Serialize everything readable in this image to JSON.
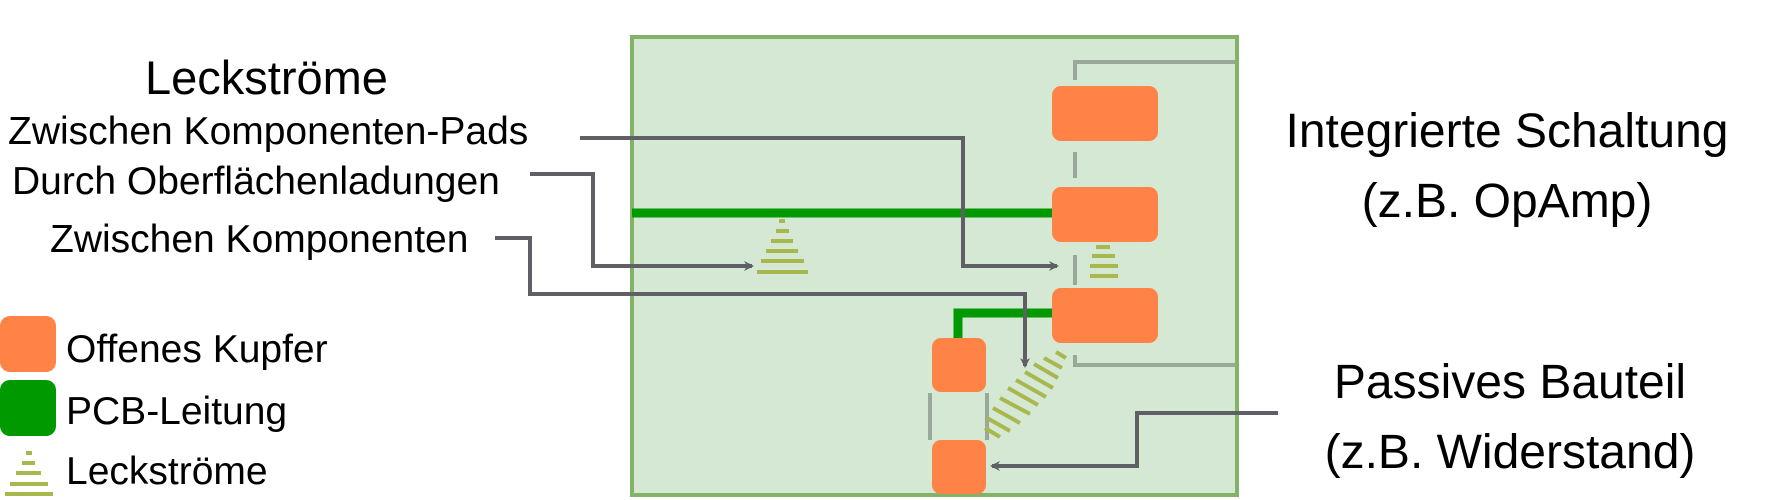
{
  "left_labels": {
    "title": "Leckströme",
    "items": [
      "Zwischen Komponenten-Pads",
      "Durch Oberflächenladungen",
      "Zwischen Komponenten"
    ]
  },
  "legend": [
    {
      "label": "Offenes Kupfer",
      "icon": "orange-rounded-square",
      "color": "#ff8347"
    },
    {
      "label": "PCB-Leitung",
      "icon": "green-rounded-square",
      "color": "#009a00"
    },
    {
      "label": "Leckströme",
      "icon": "hatched-triangle-icon",
      "color": "#a8b84e"
    }
  ],
  "right_labels": {
    "ic_line1": "Integrierte Schaltung",
    "ic_line2": "(z.B. OpAmp)",
    "passive_line1": "Passives Bauteil",
    "passive_line2": "(z.B. Widerstand)"
  },
  "colors": {
    "board_fill": "#d5e8d4",
    "board_stroke": "#82b366",
    "copper": "#ff8347",
    "trace": "#009a00",
    "leakage": "#a8b84e",
    "arrow": "#5f5f66",
    "outline": "#9aa89a"
  }
}
